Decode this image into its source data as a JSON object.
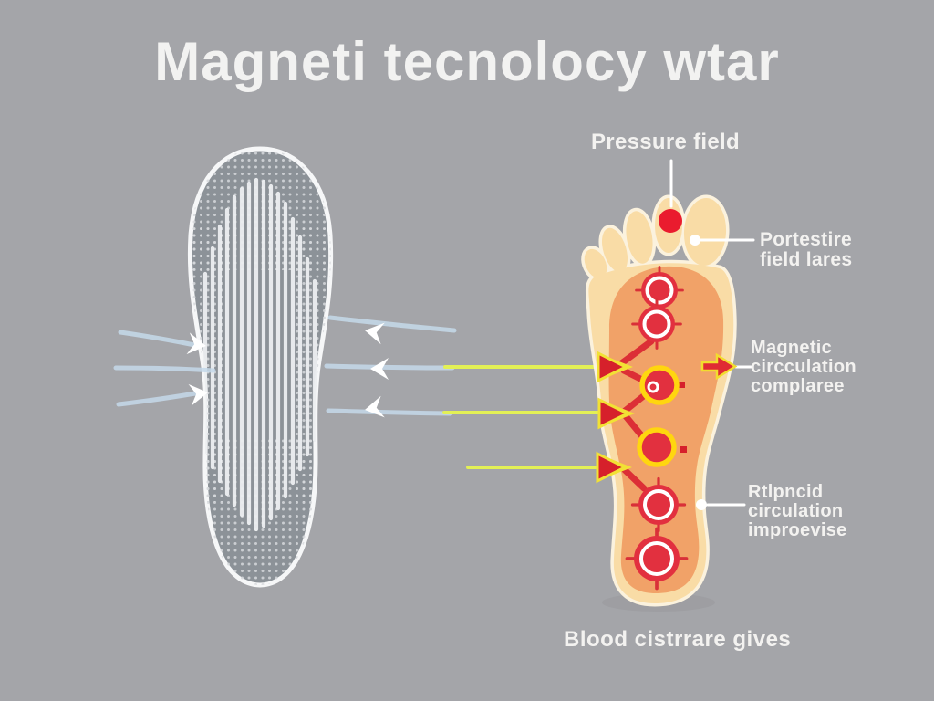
{
  "title": "Magneti tecnolocy wtar",
  "labels": {
    "pressure_field": "Pressure field",
    "pressure_points": {
      "line1": "Portestire",
      "line2": "field lares"
    },
    "magnetic_circulation": {
      "line1": "Magnetic",
      "line2": "circculation",
      "line3": "complaree"
    },
    "blood_circulation": {
      "line1": "Rtlpncid",
      "line2": "circulation",
      "line3": "improevise"
    },
    "caption": "Blood cistrrare gives"
  },
  "colors": {
    "background": "#A4A5A9",
    "text": "#F3F2F0",
    "insole_fill": "#8C9298",
    "insole_stripes": "#EDEFF1",
    "flow_line_blue": "#C5D9EA",
    "connector_yellow": "#E3F055",
    "foot_skin": "#F9DCA6",
    "foot_sole": "#F1A268",
    "accent_red": "#E2303F",
    "ring_yellow": "#FFD60F",
    "outline_white": "#FBF2DE"
  },
  "graphics": {
    "insole": "magnetic-insole-top-view",
    "foot": "foot-sole-with-pressure-points"
  }
}
